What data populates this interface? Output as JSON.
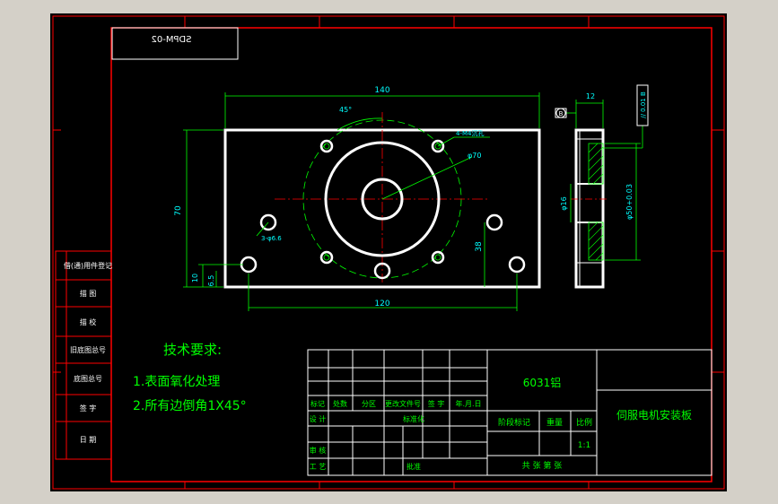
{
  "title_block": {
    "code_mirrored": "SDPM-02",
    "material": "6031铝",
    "part_name": "伺服电机安装板",
    "scale_label": "比例",
    "scale_value": "1:1",
    "weight_label": "重量",
    "stage_label": "阶段标记",
    "sheets_label": "共   张  第   张",
    "row_labels": [
      "标记",
      "处数",
      "分区",
      "更改文件号",
      "签 字",
      "年.月.日"
    ],
    "design_label": "设 计",
    "standard_label": "标准化",
    "check_label": "审 核",
    "process_label": "工 艺",
    "approve_label": "批准"
  },
  "left_strip": [
    "借(通)用件登记",
    "描 图",
    "描 校",
    "旧底图总号",
    "底图总号",
    "签 字",
    "日 期"
  ],
  "notes": {
    "heading": "技术要求:",
    "items": [
      "1.表面氧化处理",
      "2.所有边倒角1X45°"
    ]
  },
  "dimensions": {
    "width_total": "140",
    "height_total": "70",
    "hole_spacing": "120",
    "hole_height": "38",
    "edge_10": "10",
    "edge_6_5": "6.5",
    "angle": "45°",
    "circle_dia": "φ70",
    "holes_4": "4-M4沉孔",
    "holes_3": "3-φ6.6",
    "side_thickness": "12",
    "side_dia_small": "φ16",
    "side_dia_big": "φ50+0.03",
    "tolerance": "// 0.01 B",
    "datum": "B"
  },
  "colors": {
    "outline": "#ffffff",
    "dimension": "#00ff00",
    "dim_text": "#00ffff",
    "frame": "#ff0000",
    "note": "#00ff00",
    "title_text": "#00ff00"
  }
}
